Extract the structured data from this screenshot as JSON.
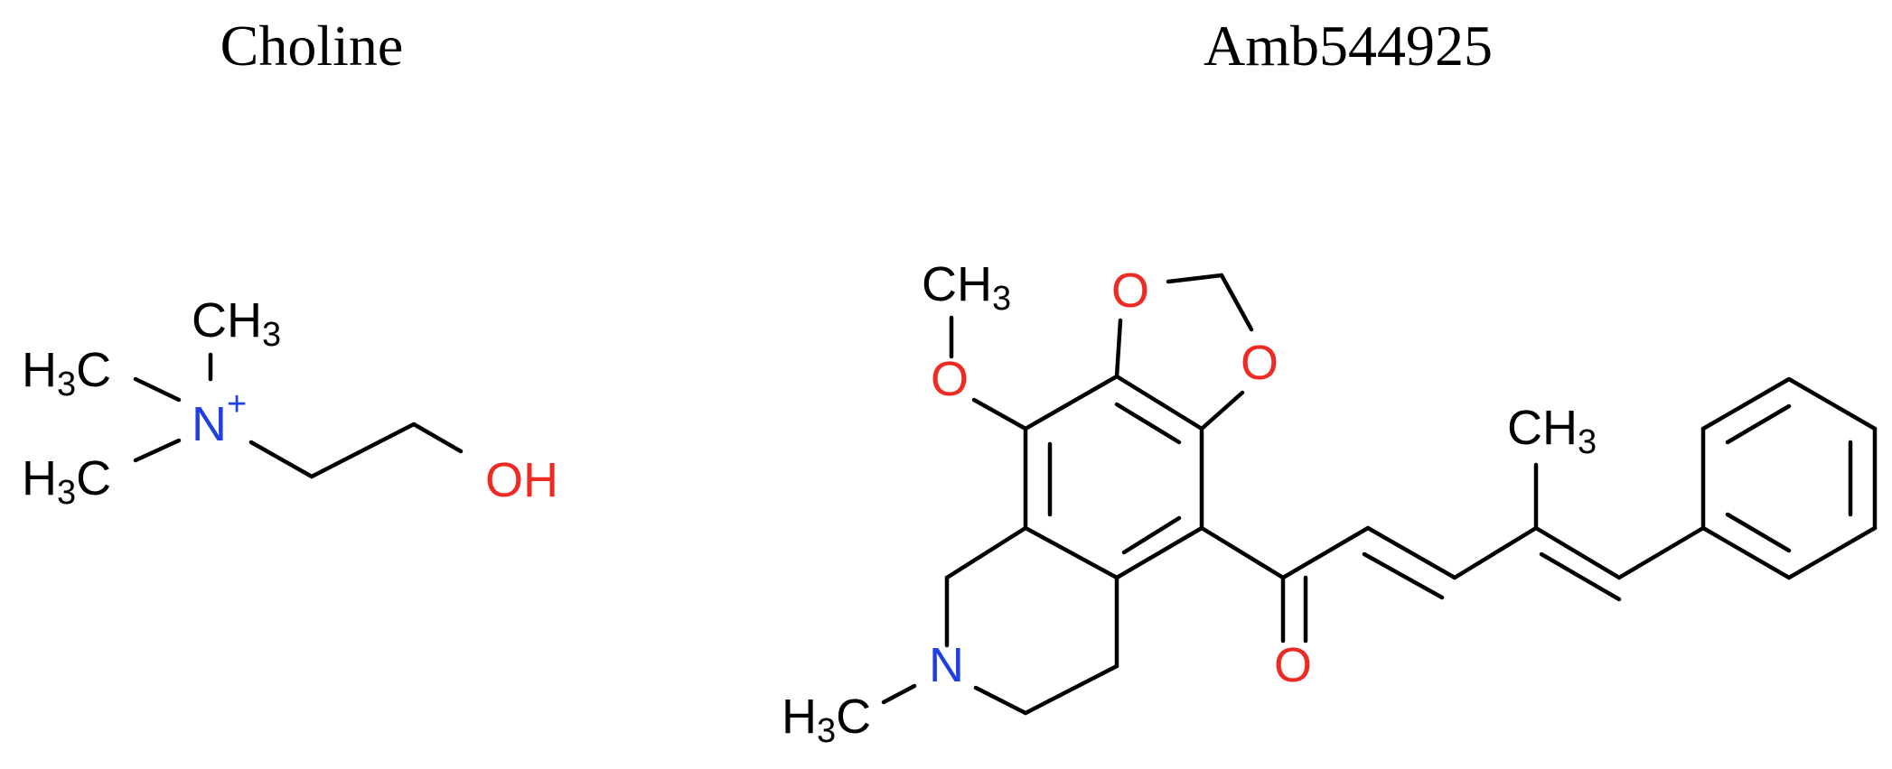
{
  "molecules": [
    {
      "title": "Choline",
      "atoms": {
        "methyl_top": {
          "main": "CH",
          "sub": "3"
        },
        "methyl_left_top": {
          "main": "H",
          "sub": "3",
          "tail": "C"
        },
        "methyl_left_bottom": {
          "main": "H",
          "sub": "3",
          "tail": "C"
        },
        "nitrogen": {
          "main": "N",
          "charge": "+"
        },
        "hydroxyl": {
          "main": "OH"
        }
      }
    },
    {
      "title": "Amb544925",
      "atoms": {
        "methoxy_methyl": {
          "main": "CH",
          "sub": "3"
        },
        "methoxy_oxygen": {
          "main": "O"
        },
        "dioxole_oxygen_top": {
          "main": "O"
        },
        "dioxole_oxygen_right": {
          "main": "O"
        },
        "carbonyl_oxygen": {
          "main": "O"
        },
        "chain_methyl": {
          "main": "CH",
          "sub": "3"
        },
        "ring_nitrogen": {
          "main": "N"
        },
        "n_methyl": {
          "main": "H",
          "sub": "3",
          "tail": "C"
        }
      }
    }
  ],
  "colors": {
    "carbon": "#000000",
    "nitrogen": "#1f3fe0",
    "oxygen": "#ee2a24"
  }
}
